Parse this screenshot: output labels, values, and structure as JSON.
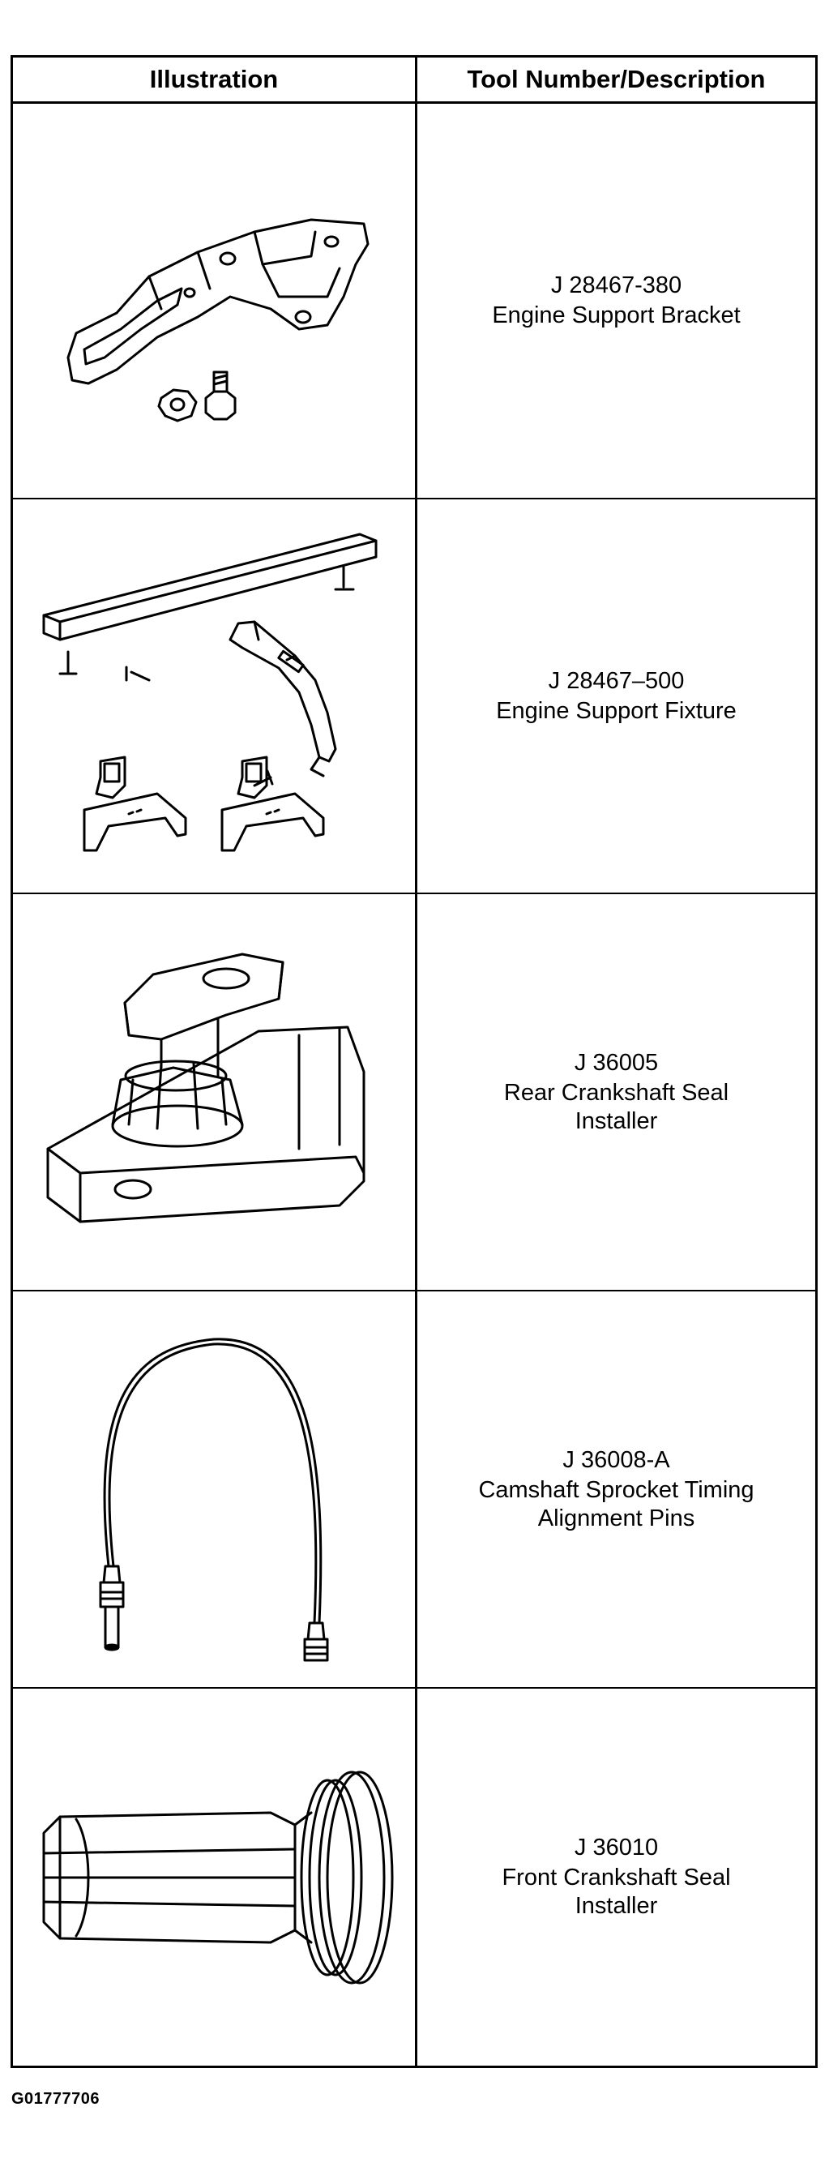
{
  "table": {
    "headers": {
      "illustration": "Illustration",
      "description": "Tool Number/Description"
    },
    "rows": [
      {
        "tool_number": "J 28467-380",
        "description": "Engine Support Bracket",
        "illustration_icon": "engine-support-bracket-icon"
      },
      {
        "tool_number": "J 28467–500",
        "description": "Engine Support Fixture",
        "illustration_icon": "engine-support-fixture-icon"
      },
      {
        "tool_number": "J 36005",
        "description": "Rear Crankshaft Seal\nInstaller",
        "illustration_icon": "rear-crankshaft-seal-installer-icon"
      },
      {
        "tool_number": "J 36008-A",
        "description": "Camshaft Sprocket Timing\nAlignment Pins",
        "illustration_icon": "timing-alignment-pins-icon"
      },
      {
        "tool_number": "J 36010",
        "description": "Front Crankshaft Seal\nInstaller",
        "illustration_icon": "front-crankshaft-seal-installer-icon"
      }
    ]
  },
  "figure_id": "G01777706"
}
